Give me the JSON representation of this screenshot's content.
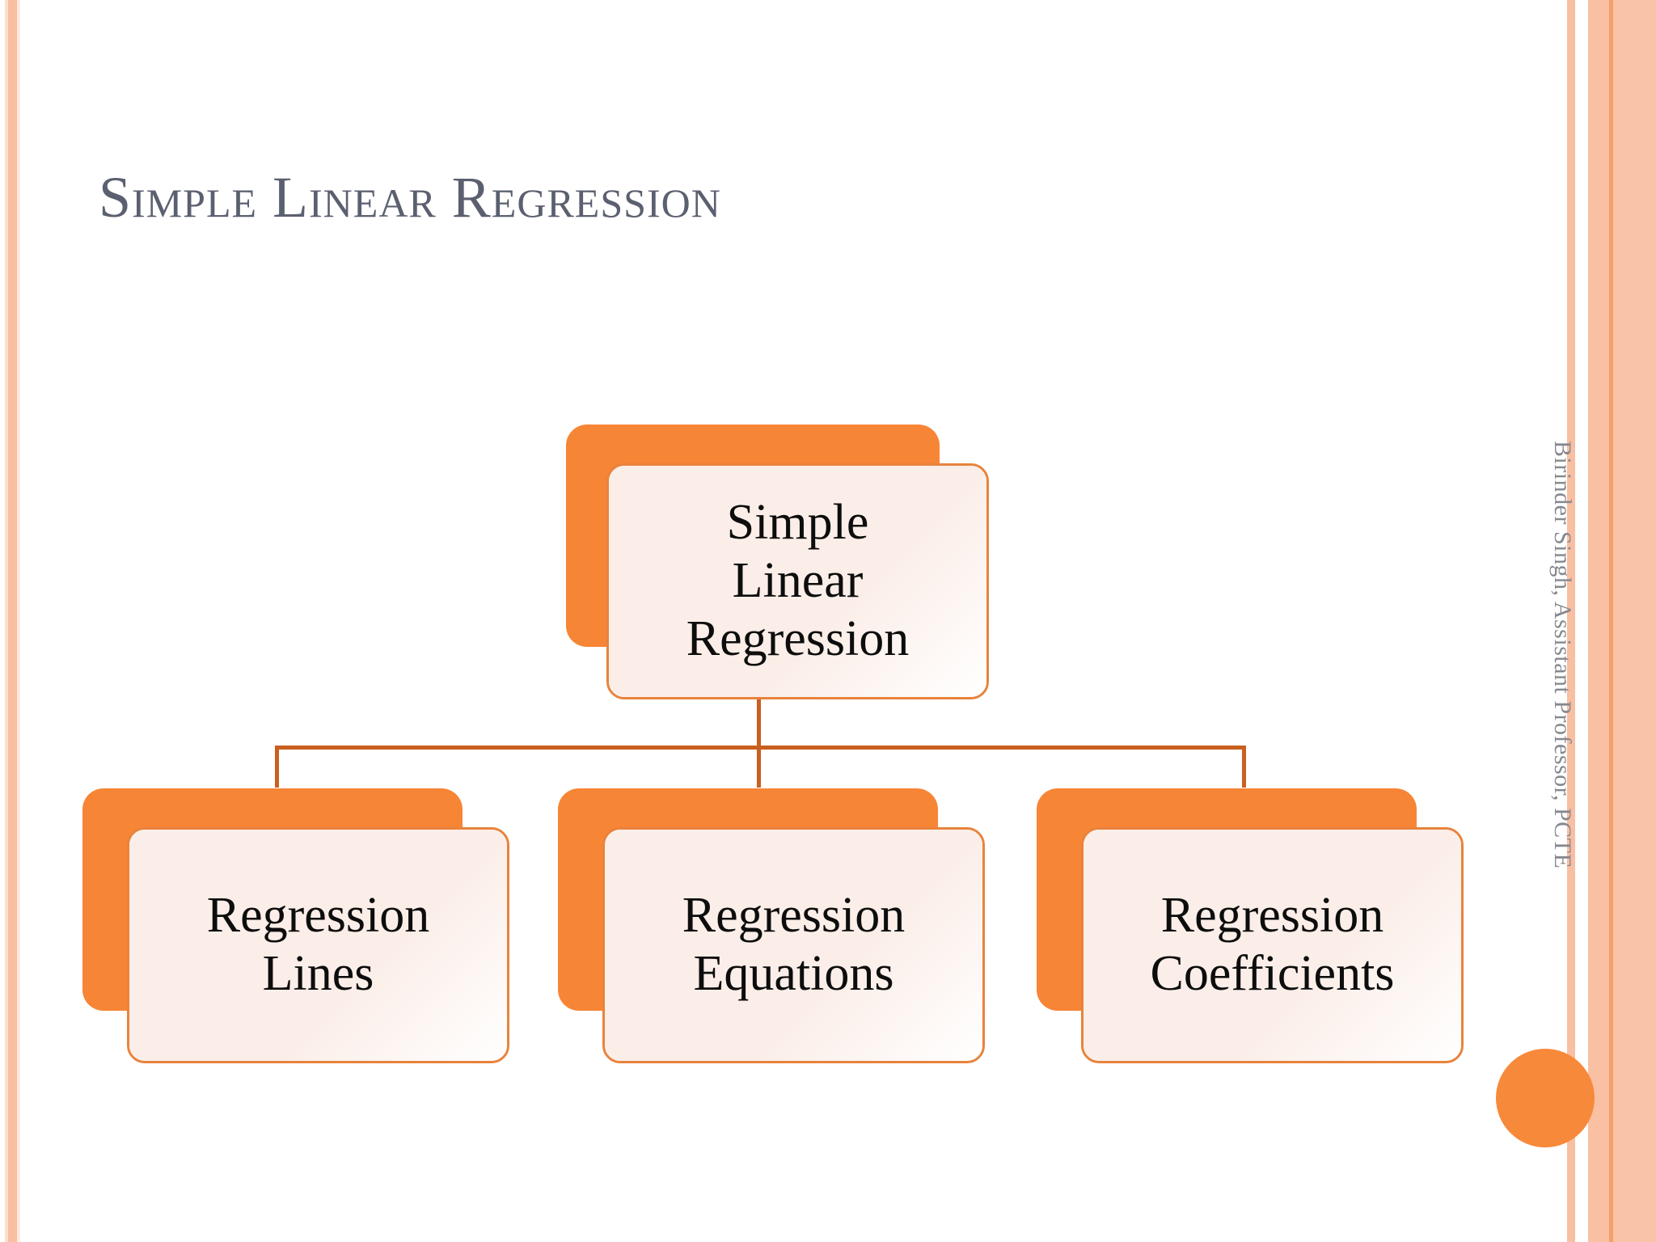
{
  "slide": {
    "title": "Simple Linear Regression",
    "background_color": "#ffffff",
    "title_color": "#5b6070",
    "accent_color": "#f78536",
    "connector_color": "#c8601f",
    "card_fill_color": "#fbeee8",
    "card_border_color": "#e8833c"
  },
  "diagram": {
    "type": "org-chart",
    "root": {
      "label": "Simple\nLinear\nRegression"
    },
    "children": [
      {
        "label": "Regression\nLines"
      },
      {
        "label": "Regression\nEquations"
      },
      {
        "label": "Regression\nCoefficients"
      }
    ]
  },
  "side_credit": {
    "text": "Birinder Singh, Assistant Professor, PCTE",
    "color": "#86888f"
  },
  "decor": {
    "corner_dot_color": "#f7893a",
    "left_stripe_colors": [
      "#fbe0d2",
      "#f9bfa2",
      "#fdeadf"
    ],
    "right_stripe_colors": [
      "#f9bfa2",
      "#ffffff",
      "#f9c0a4",
      "#f5a069",
      "#f9c3a7"
    ]
  }
}
